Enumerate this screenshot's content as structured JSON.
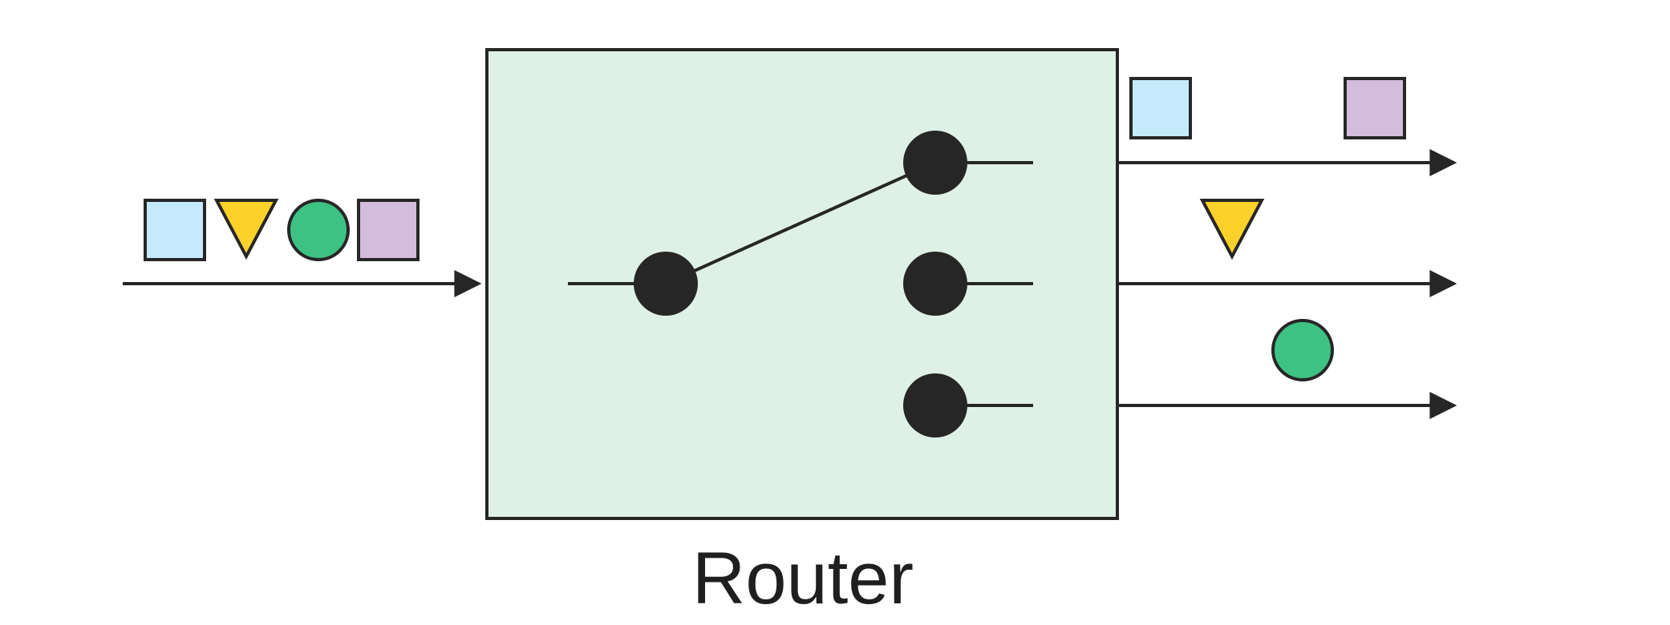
{
  "caption": "Router",
  "colors": {
    "box_fill": "#dff1e6",
    "stroke": "#262626",
    "square_blue": "#c5eafb",
    "triangle_yellow": "#fcd12a",
    "circle_green": "#3ec284",
    "square_purple": "#d4bcdc",
    "background": "#ffffff"
  },
  "input_message": {
    "shapes": [
      "square-blue",
      "triangle-yellow",
      "circle-green",
      "square-purple"
    ]
  },
  "outputs": [
    {
      "channel": "top",
      "shapes": [
        "square-blue",
        "square-purple"
      ]
    },
    {
      "channel": "middle",
      "shapes": [
        "triangle-yellow"
      ]
    },
    {
      "channel": "bottom",
      "shapes": [
        "circle-green"
      ]
    }
  ]
}
